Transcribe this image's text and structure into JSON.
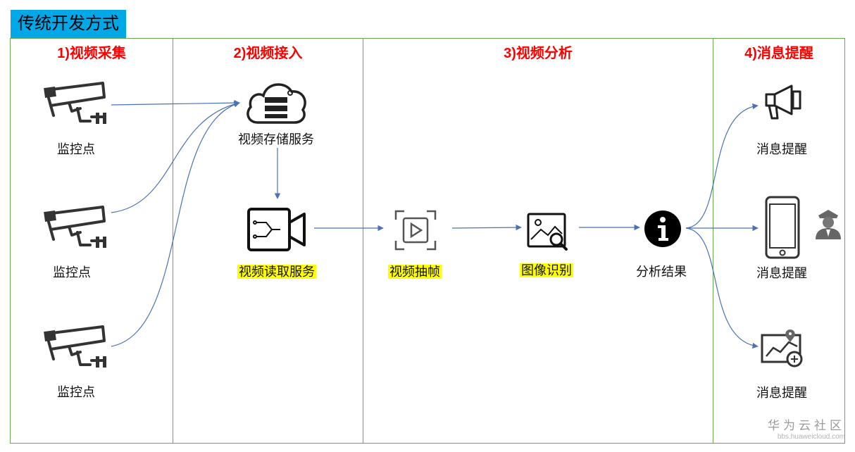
{
  "title": "传统开发方式",
  "lanes": [
    {
      "title": "1)视频采集"
    },
    {
      "title": "2)视频接入"
    },
    {
      "title": "3)视频分析"
    },
    {
      "title": "4)消息提醒"
    }
  ],
  "nodes": {
    "camera_1": "监控点",
    "camera_2": "监控点",
    "camera_3": "监控点",
    "storage": "视频存储服务",
    "reader": "视频读取服务",
    "frame": "视频抽帧",
    "recognize": "图像识别",
    "result": "分析结果",
    "notify_1": "消息提醒",
    "notify_2": "消息提醒",
    "notify_3": "消息提醒"
  },
  "watermark": {
    "main": "华为云社区",
    "sub": "bbs.huaweicloud.com"
  },
  "colors": {
    "title_bg": "#00a8e8",
    "lane_border": "#6aa84f",
    "lane_title": "#ff0000",
    "highlight": "#ffff00",
    "arrow": "#4a72b8"
  },
  "icons": [
    "security-camera-icon",
    "cloud-storage-icon",
    "video-camera-icon",
    "video-frame-icon",
    "image-search-icon",
    "info-icon",
    "megaphone-icon",
    "smartphone-icon",
    "security-guard-icon",
    "map-alert-icon"
  ]
}
